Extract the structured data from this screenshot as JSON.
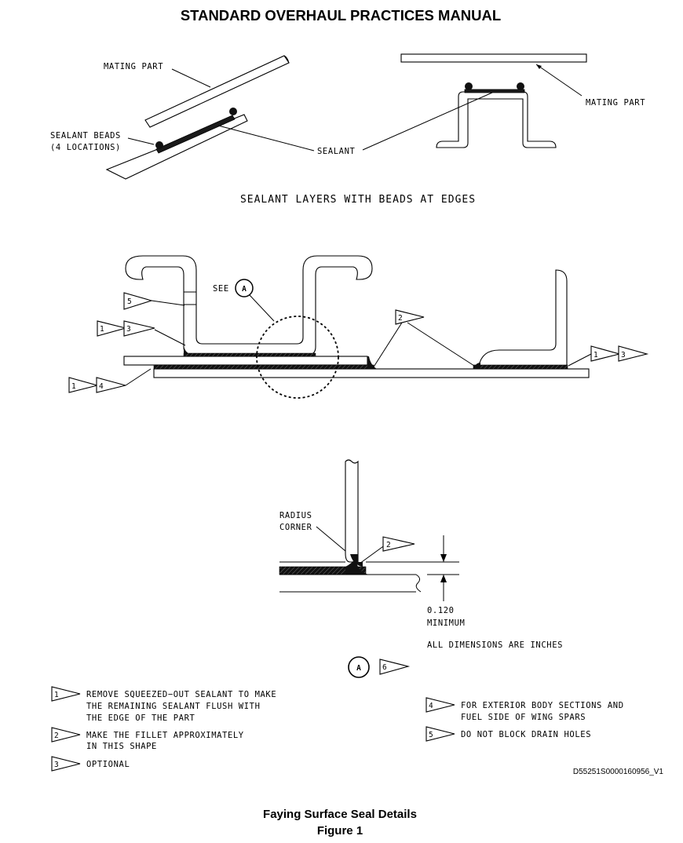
{
  "header": {
    "title": "STANDARD OVERHAUL PRACTICES MANUAL"
  },
  "top_view": {
    "mating_part_left": "MATING PART",
    "sealant_beads_1": "SEALANT BEADS",
    "sealant_beads_2": "(4 LOCATIONS)",
    "sealant": "SEALANT",
    "mating_part_right": "MATING PART",
    "subtitle": "SEALANT LAYERS WITH BEADS AT EDGES"
  },
  "middle_view": {
    "see_label": "SEE",
    "detail_letter": "A",
    "flags": {
      "f5": "5",
      "f1a": "1",
      "f3a": "3",
      "f1b": "1",
      "f4": "4",
      "f2": "2",
      "f1c": "1",
      "f3c": "3"
    }
  },
  "detail_view": {
    "radius_1": "RADIUS",
    "radius_2": "CORNER",
    "flag2": "2",
    "dim_value": "0.120",
    "dim_unit": "MINIMUM",
    "all_dims": "ALL DIMENSIONS ARE INCHES",
    "detail_letter": "A",
    "detail_flag": "6"
  },
  "notes": [
    {
      "num": "1",
      "lines": [
        "REMOVE SQUEEZED−OUT SEALANT TO MAKE",
        "THE REMAINING SEALANT FLUSH WITH",
        "THE EDGE OF THE PART"
      ]
    },
    {
      "num": "2",
      "lines": [
        "MAKE THE FILLET APPROXIMATELY",
        "IN THIS SHAPE"
      ]
    },
    {
      "num": "3",
      "lines": [
        "OPTIONAL"
      ]
    },
    {
      "num": "4",
      "lines": [
        "FOR EXTERIOR BODY SECTIONS AND",
        "FUEL SIDE OF WING SPARS"
      ]
    },
    {
      "num": "5",
      "lines": [
        "DO NOT BLOCK DRAIN HOLES"
      ]
    }
  ],
  "ref_code": "D55251S0000160956_V1",
  "caption": {
    "line1": "Faying Surface Seal Details",
    "line2": "Figure 1"
  }
}
